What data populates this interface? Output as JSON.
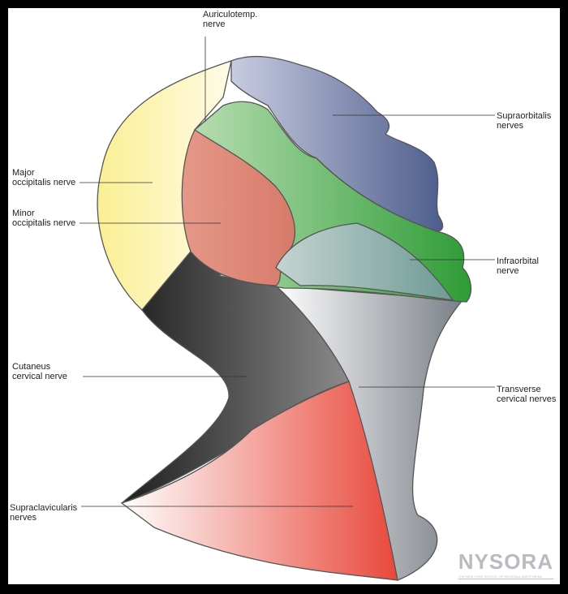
{
  "labels": {
    "auriculotemp": "Auriculotemp.\nnerve",
    "supraorbitalis": "Supraorbitalis\nnerves",
    "major_occipitalis": "Major\noccipitalis nerve",
    "minor_occipitalis": "Minor\noccipitalis nerve",
    "infraorbital": "Infraorbital\nnerve",
    "cutaneus_cervical": "Cutaneus\ncervical nerve",
    "transverse_cervical": "Transverse\ncervical nerves",
    "supraclavicularis": "Supraclavicularis\nnerves"
  },
  "logo": {
    "text": "NYSORA",
    "tagline": "THE NEW YORK SCHOOL OF REGIONAL ANESTHESIA"
  },
  "colors": {
    "major_occipitalis": "#fbef9a",
    "supraorbitalis": "#56638f",
    "auriculotemp": "#a8d2a4",
    "infraorbital_zone": "#3ba23f",
    "minor_occipitalis": "#e08a78",
    "maxillary": "#8fb0ac",
    "cutaneus_cervical": "#2a2a2a",
    "transverse_cervical": "#8a9096",
    "supraclavicularis": "#e8503c"
  }
}
